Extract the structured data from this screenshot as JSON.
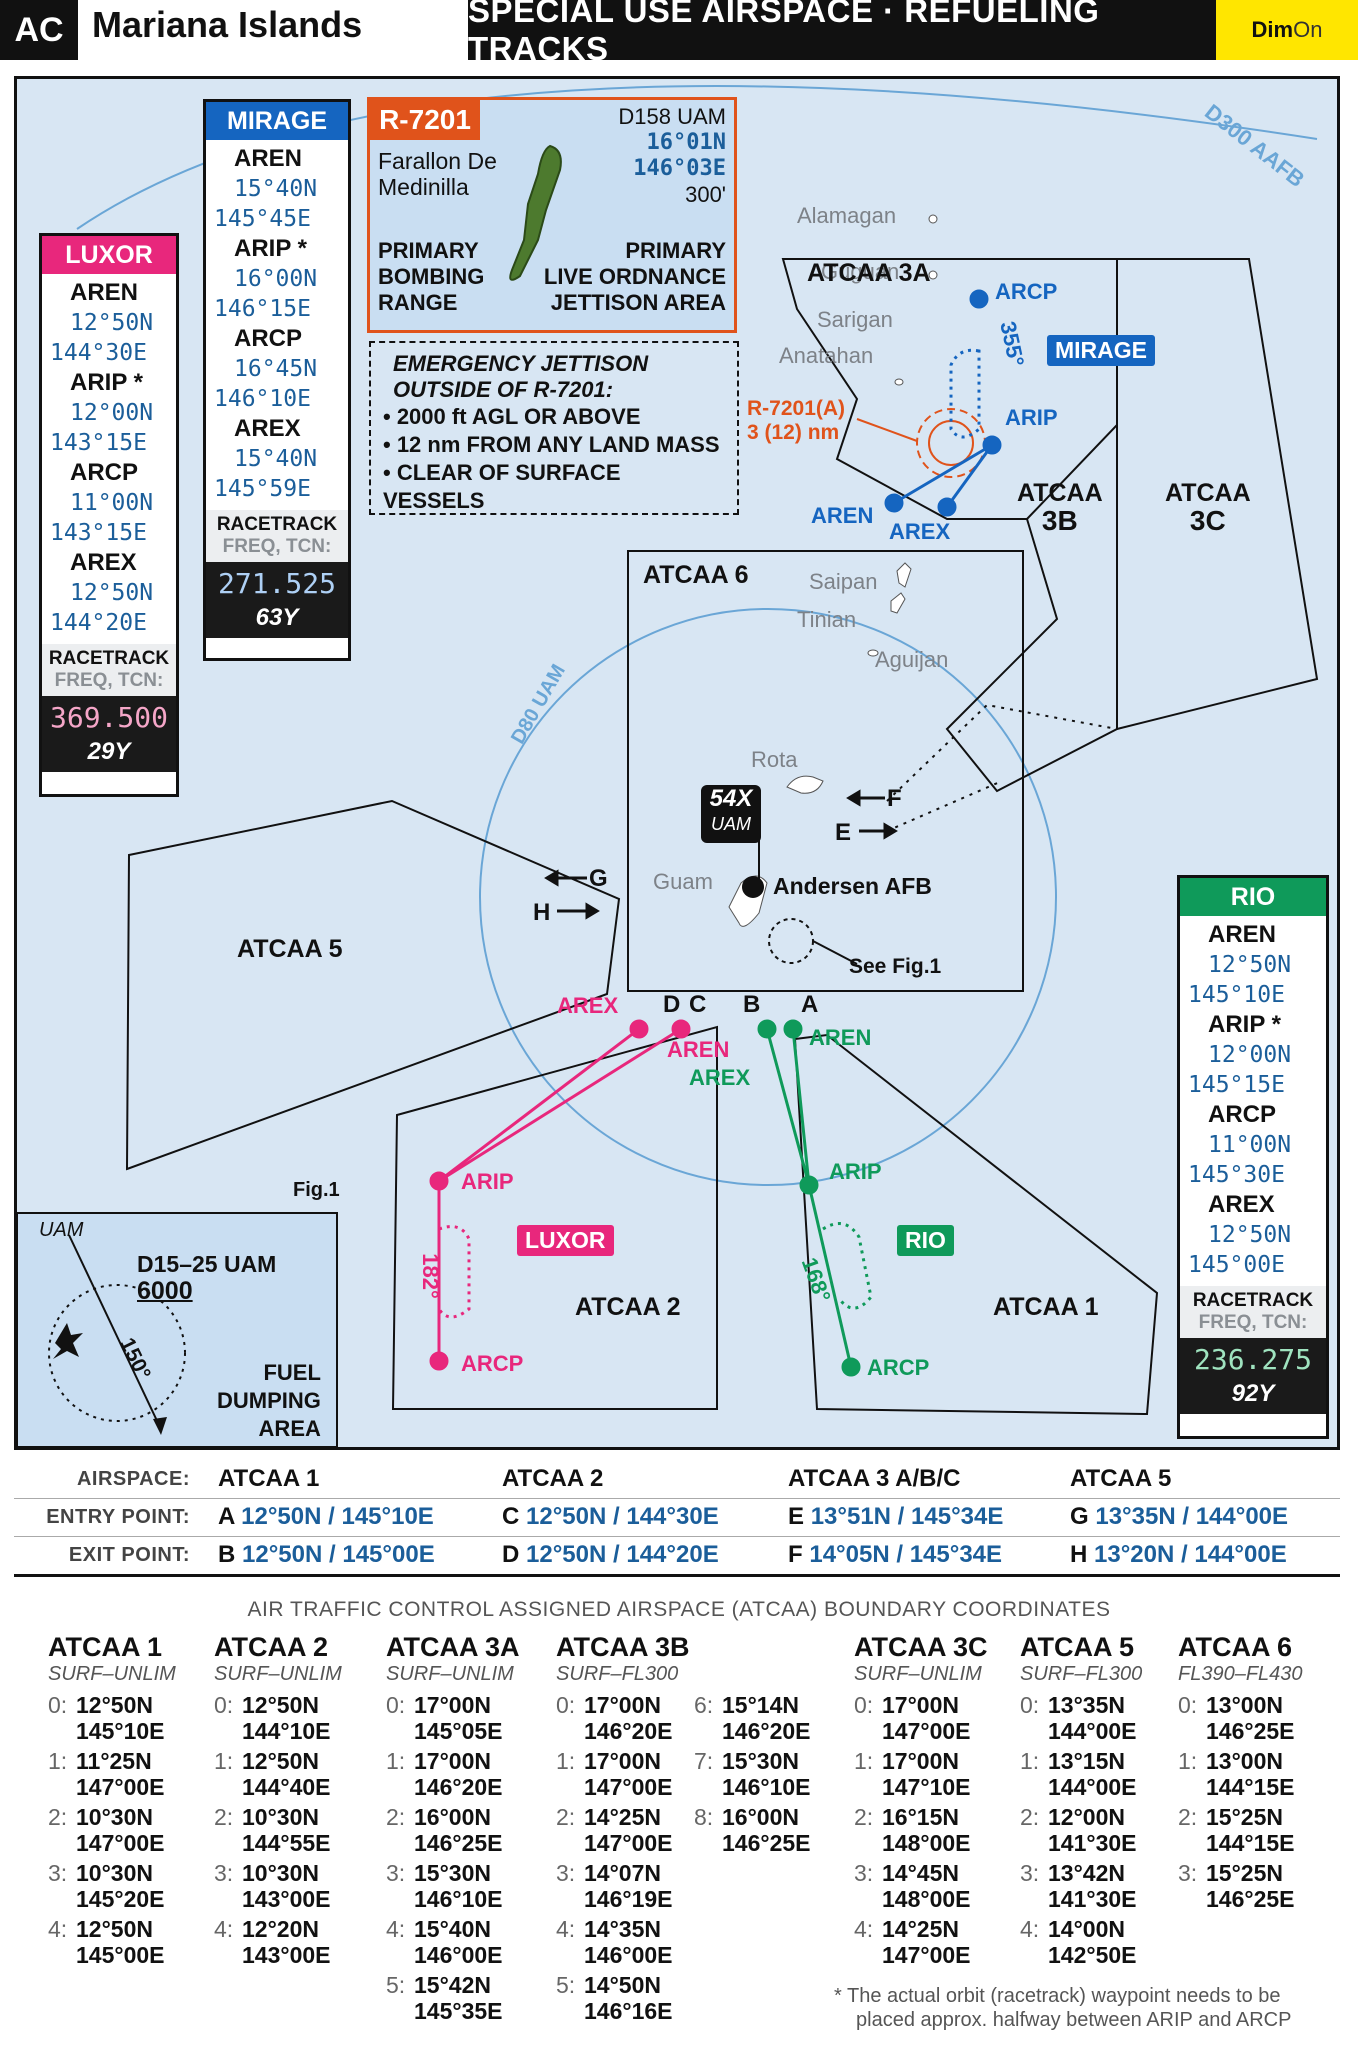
{
  "header": {
    "code": "AC",
    "region": "Mariana Islands",
    "title": "SPECIAL USE AIRSPACE · REFUELING TRACKS",
    "dim": "Dim",
    "on": "On"
  },
  "colors": {
    "map_bg": "#d8e6f3",
    "luxor": "#e8277c",
    "mirage": "#1565c0",
    "rio": "#0f9a5a",
    "restricted": "#e0531b",
    "uam_ring": "#6aa6d6"
  },
  "luxor": {
    "name": "LUXOR",
    "points": [
      {
        "name": "AREN",
        "lat": "12°50N",
        "lon": "144°30E"
      },
      {
        "name": "ARIP *",
        "lat": "12°00N",
        "lon": "143°15E"
      },
      {
        "name": "ARCP",
        "lat": "11°00N",
        "lon": "143°15E"
      },
      {
        "name": "AREX",
        "lat": "12°50N",
        "lon": "144°20E"
      }
    ],
    "racetrack": "RACETRACK",
    "freq_label": "FREQ, TCN:",
    "freq": "369.500",
    "tcn": "29Y"
  },
  "mirage": {
    "name": "MIRAGE",
    "points": [
      {
        "name": "AREN",
        "lat": "15°40N",
        "lon": "145°45E"
      },
      {
        "name": "ARIP *",
        "lat": "16°00N",
        "lon": "146°15E"
      },
      {
        "name": "ARCP",
        "lat": "16°45N",
        "lon": "146°10E"
      },
      {
        "name": "AREX",
        "lat": "15°40N",
        "lon": "145°59E"
      }
    ],
    "racetrack": "RACETRACK",
    "freq_label": "FREQ, TCN:",
    "freq": "271.525",
    "tcn": "63Y"
  },
  "rio": {
    "name": "RIO",
    "points": [
      {
        "name": "AREN",
        "lat": "12°50N",
        "lon": "145°10E"
      },
      {
        "name": "ARIP *",
        "lat": "12°00N",
        "lon": "145°15E"
      },
      {
        "name": "ARCP",
        "lat": "11°00N",
        "lon": "145°30E"
      },
      {
        "name": "AREX",
        "lat": "12°50N",
        "lon": "145°00E"
      }
    ],
    "racetrack": "RACETRACK",
    "freq_label": "FREQ, TCN:",
    "freq": "236.275",
    "tcn": "92Y"
  },
  "r7201": {
    "id": "R-7201",
    "name": "Farallon De Medinilla",
    "alt": "D158 UAM",
    "lat": "16°01N",
    "lon": "146°03E",
    "elev": "300'",
    "left1": "PRIMARY",
    "left2": "BOMBING",
    "left3": "RANGE",
    "right1": "PRIMARY",
    "right2": "LIVE ORDNANCE",
    "right3": "JETTISON AREA"
  },
  "jettison": {
    "title1": "EMERGENCY JETTISON",
    "title2": "OUTSIDE OF R-7201:",
    "items": [
      "• 2000 ft AGL OR ABOVE",
      "• 12 nm FROM ANY LAND MASS",
      "• CLEAR OF SURFACE VESSELS"
    ]
  },
  "map_labels": {
    "d300": "D300 AAFB",
    "d80": "D80 UAM",
    "alamagan": "Alamagan",
    "guguan": "Guguan",
    "sarigan": "Sarigan",
    "anatahan": "Anatahan",
    "saipan": "Saipan",
    "tinian": "Tinian",
    "aguijan": "Aguijan",
    "rota": "Rota",
    "guam": "Guam",
    "andersen": "Andersen AFB",
    "tacan_id": "54X",
    "tacan_sub": "UAM",
    "see_fig": "See Fig.1",
    "r7201a_1": "R-7201(A)",
    "r7201a_2": "3 (12) nm",
    "atcaa3a": "ATCAA 3A",
    "atcaa3b_1": "ATCAA",
    "atcaa3b_2": "3B",
    "atcaa3c_1": "ATCAA",
    "atcaa3c_2": "3C",
    "atcaa6": "ATCAA 6",
    "atcaa5": "ATCAA 5",
    "atcaa2": "ATCAA 2",
    "atcaa1": "ATCAA 1",
    "mirage_tag": "MIRAGE",
    "luxor_tag": "LUXOR",
    "rio_tag": "RIO",
    "hdg_mirage": "355°",
    "hdg_luxor": "182°",
    "hdg_rio": "168°",
    "arcp": "ARCP",
    "arip": "ARIP",
    "aren": "AREN",
    "arex": "AREX",
    "pt_a": "A",
    "pt_b": "B",
    "pt_c": "C",
    "pt_d": "D",
    "pt_e": "E",
    "pt_f": "F",
    "pt_g": "G",
    "pt_h": "H"
  },
  "fig1": {
    "label": "Fig.1",
    "uam": "UAM",
    "alt": "D15–25 UAM",
    "alt_val": "6000",
    "hdg": "150°",
    "l1": "FUEL",
    "l2": "DUMPING",
    "l3": "AREA"
  },
  "table": {
    "h_airspace": "AIRSPACE:",
    "h_entry": "ENTRY POINT:",
    "h_exit": "EXIT POINT:",
    "cols": [
      {
        "airspace": "ATCAA 1",
        "entry_id": "A",
        "entry": "12°50N",
        "entry2": "145°10E",
        "exit_id": "B",
        "exit": "12°50N",
        "exit2": "145°00E"
      },
      {
        "airspace": "ATCAA 2",
        "entry_id": "C",
        "entry": "12°50N",
        "entry2": "144°30E",
        "exit_id": "D",
        "exit": "12°50N",
        "exit2": "144°20E"
      },
      {
        "airspace": "ATCAA 3 A/B/C",
        "entry_id": "E",
        "entry": "13°51N",
        "entry2": "145°34E",
        "exit_id": "F",
        "exit": "14°05N",
        "exit2": "145°34E"
      },
      {
        "airspace": "ATCAA 5",
        "entry_id": "G",
        "entry": "13°35N",
        "entry2": "144°00E",
        "exit_id": "H",
        "exit": "13°20N",
        "exit2": "144°00E"
      }
    ]
  },
  "boundary": {
    "title": "AIR TRAFFIC CONTROL ASSIGNED AIRSPACE (ATCAA) BOUNDARY COORDINATES",
    "cols": [
      {
        "name": "ATCAA 1",
        "alt": "SURF–UNLIM",
        "pts": [
          [
            "0:",
            "12°50N",
            "145°10E"
          ],
          [
            "1:",
            "11°25N",
            "147°00E"
          ],
          [
            "2:",
            "10°30N",
            "147°00E"
          ],
          [
            "3:",
            "10°30N",
            "145°20E"
          ],
          [
            "4:",
            "12°50N",
            "145°00E"
          ]
        ]
      },
      {
        "name": "ATCAA 2",
        "alt": "SURF–UNLIM",
        "pts": [
          [
            "0:",
            "12°50N",
            "144°10E"
          ],
          [
            "1:",
            "12°50N",
            "144°40E"
          ],
          [
            "2:",
            "10°30N",
            "144°55E"
          ],
          [
            "3:",
            "10°30N",
            "143°00E"
          ],
          [
            "4:",
            "12°20N",
            "143°00E"
          ]
        ]
      },
      {
        "name": "ATCAA 3A",
        "alt": "SURF–UNLIM",
        "pts": [
          [
            "0:",
            "17°00N",
            "145°05E"
          ],
          [
            "1:",
            "17°00N",
            "146°20E"
          ],
          [
            "2:",
            "16°00N",
            "146°25E"
          ],
          [
            "3:",
            "15°30N",
            "146°10E"
          ],
          [
            "4:",
            "15°40N",
            "146°00E"
          ],
          [
            "5:",
            "15°42N",
            "145°35E"
          ]
        ]
      },
      {
        "name": "ATCAA 3B",
        "alt": "SURF–FL300",
        "pts": [
          [
            "0:",
            "17°00N",
            "146°20E"
          ],
          [
            "1:",
            "17°00N",
            "147°00E"
          ],
          [
            "2:",
            "14°25N",
            "147°00E"
          ],
          [
            "3:",
            "14°07N",
            "146°19E"
          ],
          [
            "4:",
            "14°35N",
            "146°00E"
          ],
          [
            "5:",
            "14°50N",
            "146°16E"
          ]
        ]
      },
      {
        "name": "",
        "alt": "",
        "pts": [
          [
            "6:",
            "15°14N",
            "146°20E"
          ],
          [
            "7:",
            "15°30N",
            "146°10E"
          ],
          [
            "8:",
            "16°00N",
            "146°25E"
          ]
        ]
      },
      {
        "name": "ATCAA 3C",
        "alt": "SURF–UNLIM",
        "pts": [
          [
            "0:",
            "17°00N",
            "147°00E"
          ],
          [
            "1:",
            "17°00N",
            "147°10E"
          ],
          [
            "2:",
            "16°15N",
            "148°00E"
          ],
          [
            "3:",
            "14°45N",
            "148°00E"
          ],
          [
            "4:",
            "14°25N",
            "147°00E"
          ]
        ]
      },
      {
        "name": "ATCAA 5",
        "alt": "SURF–FL300",
        "pts": [
          [
            "0:",
            "13°35N",
            "144°00E"
          ],
          [
            "1:",
            "13°15N",
            "144°00E"
          ],
          [
            "2:",
            "12°00N",
            "141°30E"
          ],
          [
            "3:",
            "13°42N",
            "141°30E"
          ],
          [
            "4:",
            "14°00N",
            "142°50E"
          ]
        ]
      },
      {
        "name": "ATCAA 6",
        "alt": "FL390–FL430",
        "pts": [
          [
            "0:",
            "13°00N",
            "146°25E"
          ],
          [
            "1:",
            "13°00N",
            "144°15E"
          ],
          [
            "2:",
            "15°25N",
            "144°15E"
          ],
          [
            "3:",
            "15°25N",
            "146°25E"
          ]
        ]
      }
    ]
  },
  "footnote": {
    "l1": "* The actual orbit (racetrack) waypoint needs to be",
    "l2": "placed approx. halfway between ARIP and ARCP"
  }
}
